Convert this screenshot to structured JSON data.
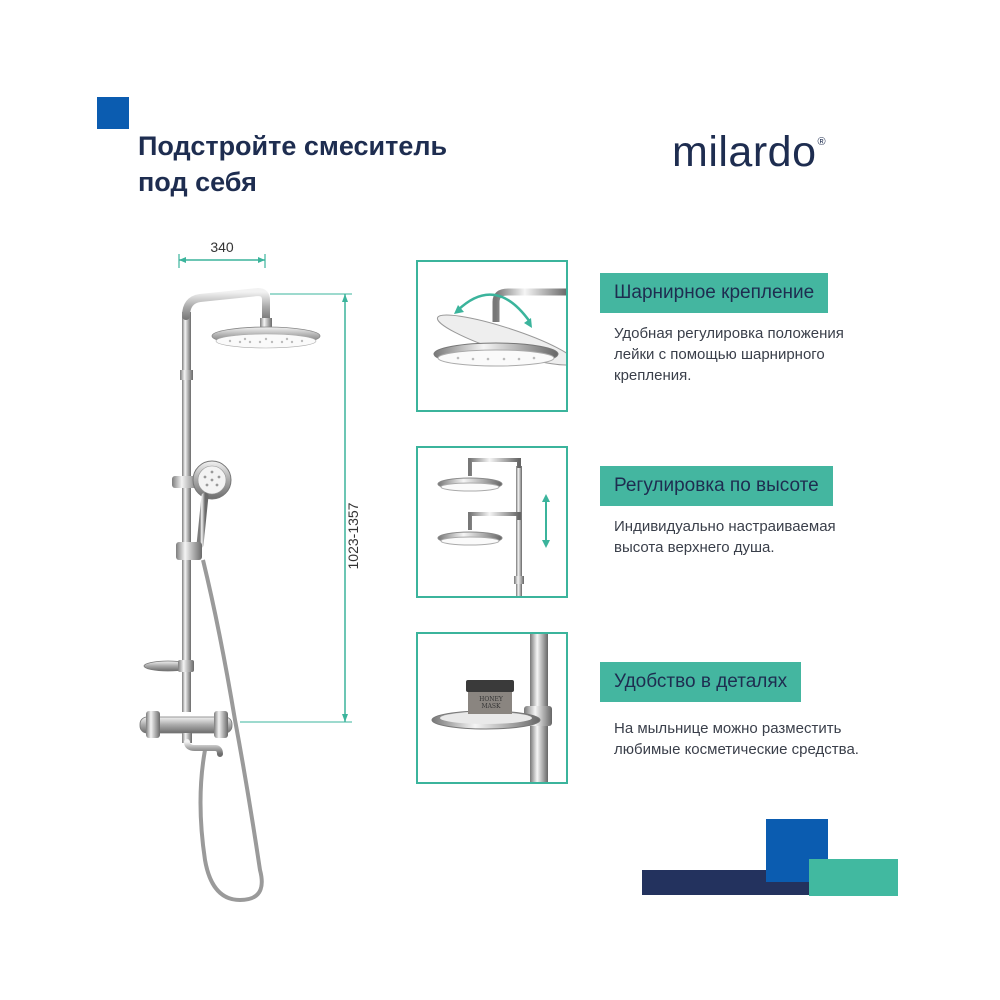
{
  "header": {
    "title_line1": "Подстройте смеситель",
    "title_line2": "под себя",
    "brand": "milardo",
    "brand_mark": "®"
  },
  "dimensions": {
    "width": "340",
    "height": "1023-1357"
  },
  "features": [
    {
      "heading": "Шарнирное крепление",
      "description": "Удобная регулировка положения лейки с помощью шарнирного крепления.",
      "icon": "swivel-joint-icon"
    },
    {
      "heading": "Регулировка по высоте",
      "description": "Индивидуально настраиваемая высота верхнего душа.",
      "icon": "height-adjust-icon"
    },
    {
      "heading": "Удобство в деталях",
      "description": "На мыльнице можно разместить любимые косметические средства.",
      "icon": "soap-dish-icon",
      "jar_label": "HONEY MASK"
    }
  ],
  "colors": {
    "accent_blue": "#0b5cb0",
    "accent_teal": "#44b6a0",
    "navy": "#1e2d50"
  }
}
